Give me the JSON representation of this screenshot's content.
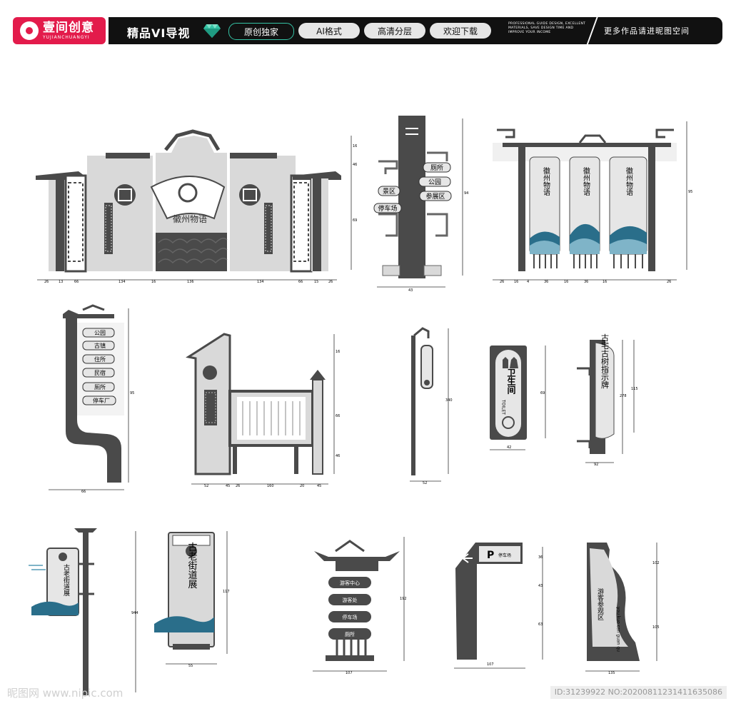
{
  "header": {
    "brand_cn": "壹间创意",
    "brand_en": "YUJIANCHUANGYI",
    "title": "精品VI导视",
    "tags": [
      "原创独家",
      "AI格式",
      "高清分层",
      "欢迎下载"
    ],
    "tagline_en": "PROFESSIONAL GUIDE DESIGN, EXCELLENT MATERIALS, SAVE DESIGN TIME AND IMPROVE YOUR INCOME",
    "more": "更多作品请进昵图空间"
  },
  "colors": {
    "brand": "#e31b4b",
    "bar": "#111111",
    "accent": "#35c3a5",
    "sign_dark": "#4a4a4a",
    "sign_light": "#d9d9d9",
    "wave_blue": "#2a6e8a"
  },
  "signs": {
    "main_gate": {
      "text": "徽州物语",
      "dims_top": [
        "26",
        "13",
        "66",
        "134",
        "16",
        "136",
        "134",
        "66",
        "15",
        "26"
      ],
      "dims_right": [
        "16",
        "46",
        "69"
      ]
    },
    "directional_post": {
      "labels": [
        "厕所",
        "公园",
        "景区",
        "停车场",
        "参展区"
      ],
      "dim_height": "94",
      "dim_width": "43"
    },
    "banner_frame": {
      "banners": [
        "徽州物语",
        "徽州物语",
        "徽州物语"
      ],
      "dim_height": "95",
      "dims_bottom": [
        "26",
        "16",
        "4",
        "36",
        "16",
        "36",
        "16",
        "26"
      ]
    },
    "wall_guide": {
      "items": [
        "公园",
        "古镇",
        "住所",
        "民宿",
        "厕所",
        "停车厂"
      ],
      "dim_height": "95",
      "dim_width": "66"
    },
    "notice_board": {
      "dims_bottom": [
        "52",
        "45",
        "26",
        "160",
        "20",
        "45"
      ],
      "dims_right": [
        "16",
        "66",
        "46"
      ]
    },
    "hanging_sign": {
      "dim_height": "340",
      "dim_width": "52"
    },
    "toilet": {
      "title": "卫生间",
      "en": "TOILET",
      "dim_height": "69",
      "dim_width": "42"
    },
    "tree_sign": {
      "text": "古宅古树指示牌",
      "dim_a": "278",
      "dim_b": "115",
      "dim_width": "92"
    },
    "street_pole": {
      "text": "古老街道展",
      "dim_height": "944"
    },
    "street_panel": {
      "text": "古老街道展",
      "dim_height": "117",
      "dim_width": "55"
    },
    "arrow_tower": {
      "items": [
        "游客中心",
        "游客处",
        "停车场",
        "厕所"
      ],
      "dim_height": "192",
      "dim_width": "107"
    },
    "parking": {
      "letter": "P",
      "label": "停车场",
      "dims_right": [
        "36",
        "43",
        "63"
      ],
      "dim_width": "107"
    },
    "scenic": {
      "text": "游客参观区",
      "en": "you kuo can guan qu",
      "dim_a": "102",
      "dim_b": "105",
      "dim_width": "135"
    }
  },
  "watermark": {
    "left": "昵图网 www.nipic.com",
    "right": "ID:31239922 NO:20200811231411635086"
  }
}
